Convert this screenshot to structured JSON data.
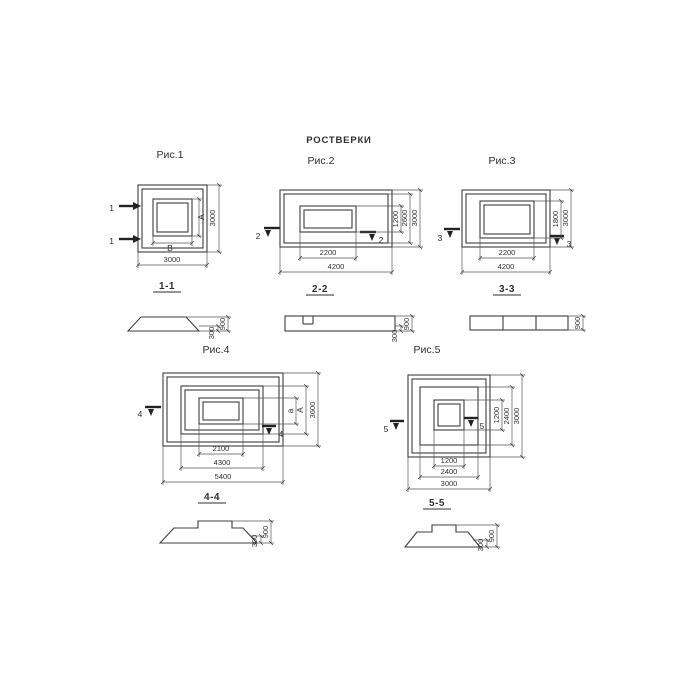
{
  "title": "РОСТВЕРКИ",
  "fig1": {
    "label": "Рис.1",
    "mark": "1",
    "plan": {
      "dim_bottom": "3000",
      "dim_right": "3000",
      "inner_width": "В",
      "inner_height": "А"
    },
    "section": {
      "label": "1-1",
      "height_total": "900",
      "height_step": "300"
    }
  },
  "fig2": {
    "label": "Рис.2",
    "mark": "2",
    "plan": {
      "dim_bottom_inner": "2200",
      "dim_bottom_outer": "4200",
      "dim_right_inner": "1200",
      "dim_right_mid": "2600",
      "dim_right_outer": "3000"
    },
    "section": {
      "label": "2-2",
      "height_total": "900",
      "height_step": "300"
    }
  },
  "fig3": {
    "label": "Рис.3",
    "mark": "3",
    "plan": {
      "dim_bottom_inner": "2200",
      "dim_bottom_outer": "4200",
      "dim_right_inner": "1800",
      "dim_right_outer": "3000"
    },
    "section": {
      "label": "3-3",
      "height_total": "900"
    }
  },
  "fig4": {
    "label": "Рис.4",
    "mark": "4",
    "plan": {
      "dim_bottom_inner": "2100",
      "dim_bottom_mid": "4300",
      "dim_bottom_outer": "5400",
      "dim_right_inner": "а",
      "dim_right_mid": "А",
      "dim_right_outer": "3600"
    },
    "section": {
      "label": "4-4",
      "height_total": "900",
      "height_step": "300"
    }
  },
  "fig5": {
    "label": "Рис.5",
    "mark": "5",
    "plan": {
      "dim_bottom_inner": "1200",
      "dim_bottom_mid": "2400",
      "dim_bottom_outer": "3000",
      "dim_right_inner": "1200",
      "dim_right_mid": "2400",
      "dim_right_outer": "3000"
    },
    "section": {
      "label": "5-5",
      "height_total": "900",
      "height_step": "300"
    }
  }
}
